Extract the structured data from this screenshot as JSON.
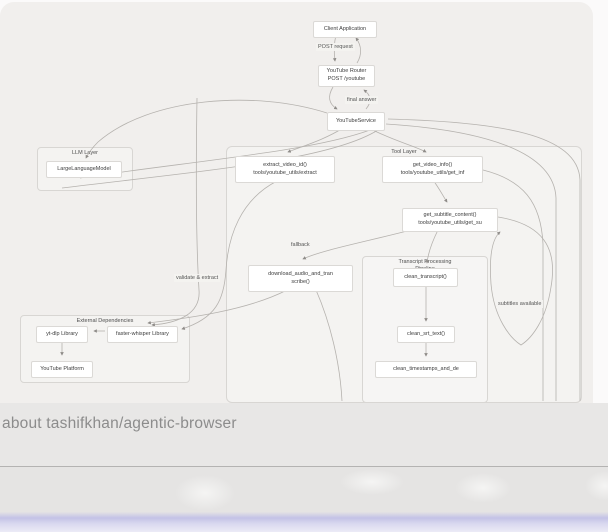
{
  "diagram": {
    "nodes": {
      "client": {
        "label": "Client Application"
      },
      "router": {
        "line1": "YouTube Router",
        "line2": "POST /youtube"
      },
      "service": {
        "label": "YouTubeService"
      },
      "llm": {
        "label": "LargeLanguageModel"
      },
      "extract": {
        "line1": "extract_video_id()",
        "line2": "tools/youtube_utils/extract"
      },
      "get_info": {
        "line1": "get_video_info()",
        "line2": "tools/youtube_utils/get_inf"
      },
      "get_subtitle": {
        "line1": "get_subtitle_content()",
        "line2": "tools/youtube_utils/get_su"
      },
      "download": {
        "line1": "download_audio_and_tran",
        "line2": "scribe()"
      },
      "clean_transcript": {
        "label": "clean_transcript()"
      },
      "clean_srt": {
        "label": "clean_srt_text()"
      },
      "clean_timestamps": {
        "label": "clean_timestamps_and_de"
      },
      "yt_dlp": {
        "label": "yt-dlp Library"
      },
      "faster_whisper": {
        "label": "faster-whisper Library"
      },
      "youtube_platform": {
        "label": "YouTube Platform"
      }
    },
    "subgraphs": {
      "llm_layer": {
        "label": "LLM Layer"
      },
      "tool_layer": {
        "label": "Tool Layer"
      },
      "transcript": {
        "label": "Transcript Processing Pipeline"
      },
      "external": {
        "label": "External Dependencies"
      }
    },
    "edge_labels": {
      "post_request": "POST request",
      "final_answer": "final answer",
      "fallback": "fallback",
      "validate_extract": "validate & extract",
      "subtitles_available": "subtitles available"
    }
  },
  "overlay": {
    "prompt_text": "about tashifkhan/agentic-browser"
  },
  "colors": {
    "canvas": "#f1efed",
    "node_bg": "#ffffff",
    "edge": "#b5b2ae",
    "overlay_bg": "#e8e7e6",
    "divider": "#b4b3b2",
    "glow": "#c3c2e6",
    "node_text": "#3c3c3c",
    "muted_text": "#8c8c8c"
  }
}
